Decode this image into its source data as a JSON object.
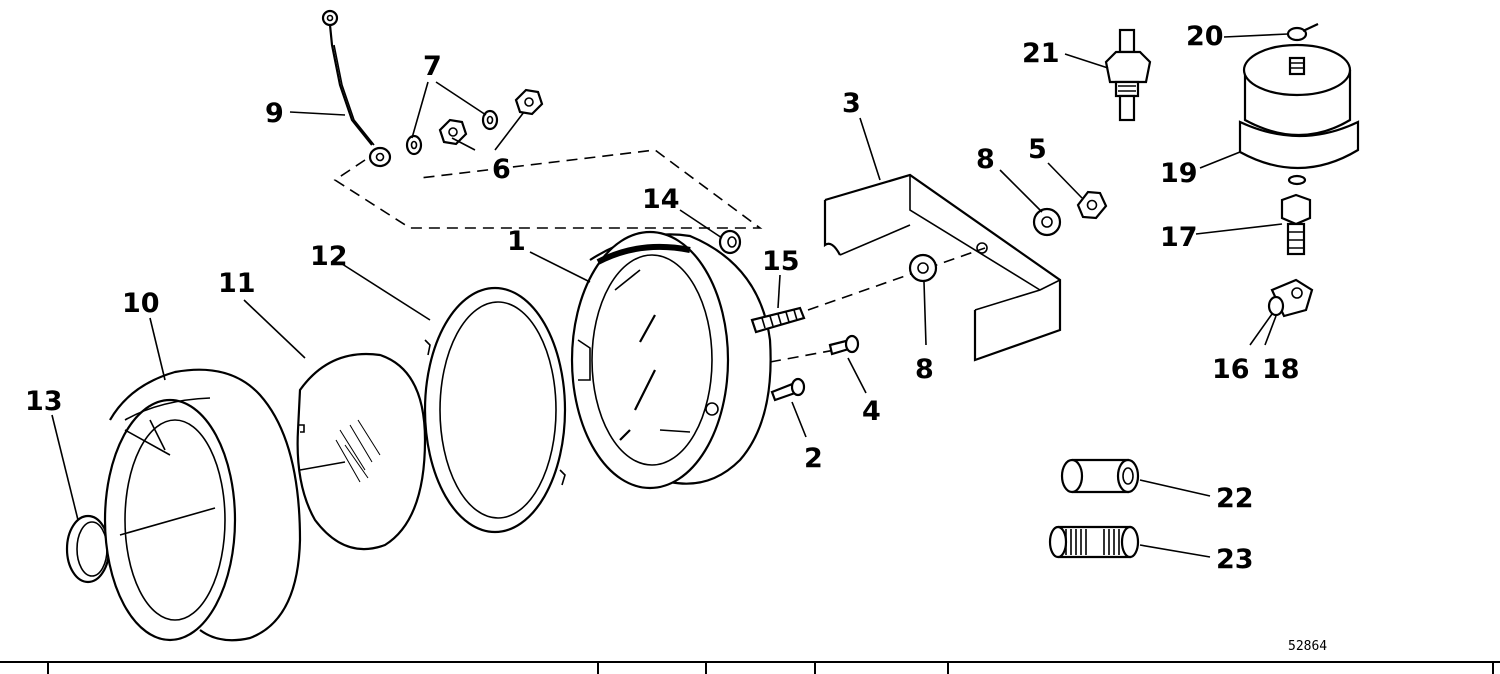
{
  "labels": {
    "l1": "1",
    "l2": "2",
    "l3": "3",
    "l4": "4",
    "l5": "5",
    "l6": "6",
    "l7": "7",
    "l8a": "8",
    "l8b": "8",
    "l9": "9",
    "l10": "10",
    "l11": "11",
    "l12": "12",
    "l13": "13",
    "l14": "14",
    "l15": "15",
    "l16": "16",
    "l17": "17",
    "l18": "18",
    "l19": "19",
    "l20": "20",
    "l21": "21",
    "l22": "22",
    "l23": "23"
  },
  "reference_number": "52864"
}
